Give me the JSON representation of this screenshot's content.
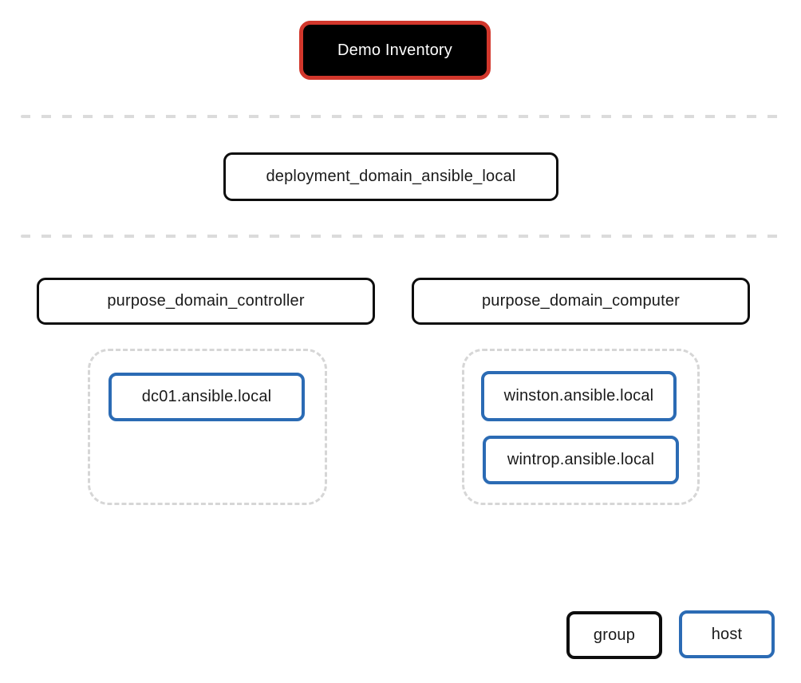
{
  "diagram": {
    "title": "Demo Inventory",
    "type": "ansible-inventory-tree"
  },
  "colors": {
    "inventory_fill": "#000000",
    "inventory_border_red": "#d2372c",
    "inventory_text": "#ffffff",
    "group_border_black": "#0d0d0d",
    "host_border_blue": "#2b6bb4",
    "separator_gray": "#dbdbdb",
    "host_container_dash_gray": "#d6d6d6",
    "text": "#1a1a1a",
    "background": "#ffffff"
  },
  "inventory": {
    "label": "Demo Inventory"
  },
  "levels": [
    {
      "groups": [
        {
          "label": "deployment_domain_ansible_local",
          "hosts": []
        }
      ]
    },
    {
      "groups": [
        {
          "label": "purpose_domain_controller",
          "hosts": [
            "dc01.ansible.local"
          ]
        },
        {
          "label": "purpose_domain_computer",
          "hosts": [
            "winston.ansible.local",
            "wintrop.ansible.local"
          ]
        }
      ]
    }
  ],
  "legend": {
    "group_label": "group",
    "host_label": "host"
  }
}
